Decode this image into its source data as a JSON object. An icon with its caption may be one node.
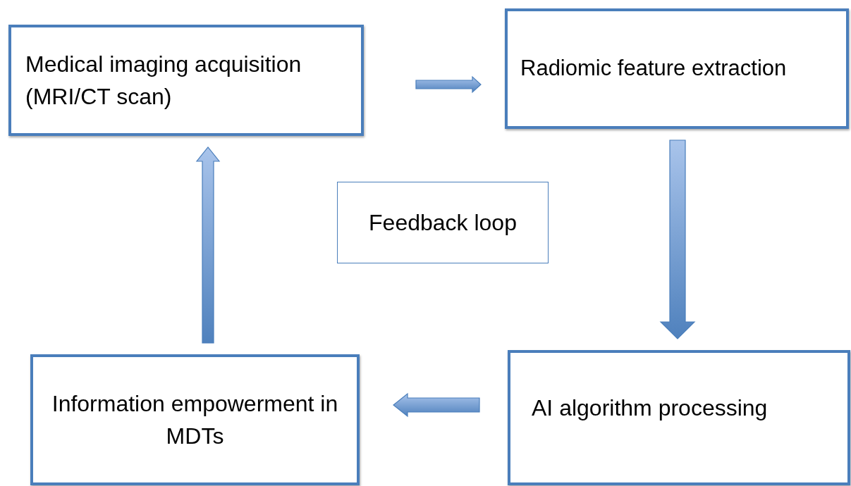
{
  "diagram": {
    "nodes": [
      {
        "text": [
          "Medical imaging acquisition (MRI/CT scan)"
        ]
      },
      {
        "text": [
          "Radiomic feature extraction"
        ]
      },
      {
        "text": [
          "AI algorithm processing"
        ]
      },
      {
        "text": [
          "Information empowerment in MDTs"
        ]
      },
      {
        "text": [
          "Feedback loop"
        ]
      }
    ],
    "edges": [
      {
        "from": 0,
        "to": 1,
        "arrow": "to"
      },
      {
        "from": 1,
        "to": 2,
        "arrow": "to"
      },
      {
        "from": 2,
        "to": 3,
        "arrow": "to"
      },
      {
        "from": 3,
        "to": 0,
        "arrow": "to"
      }
    ]
  }
}
